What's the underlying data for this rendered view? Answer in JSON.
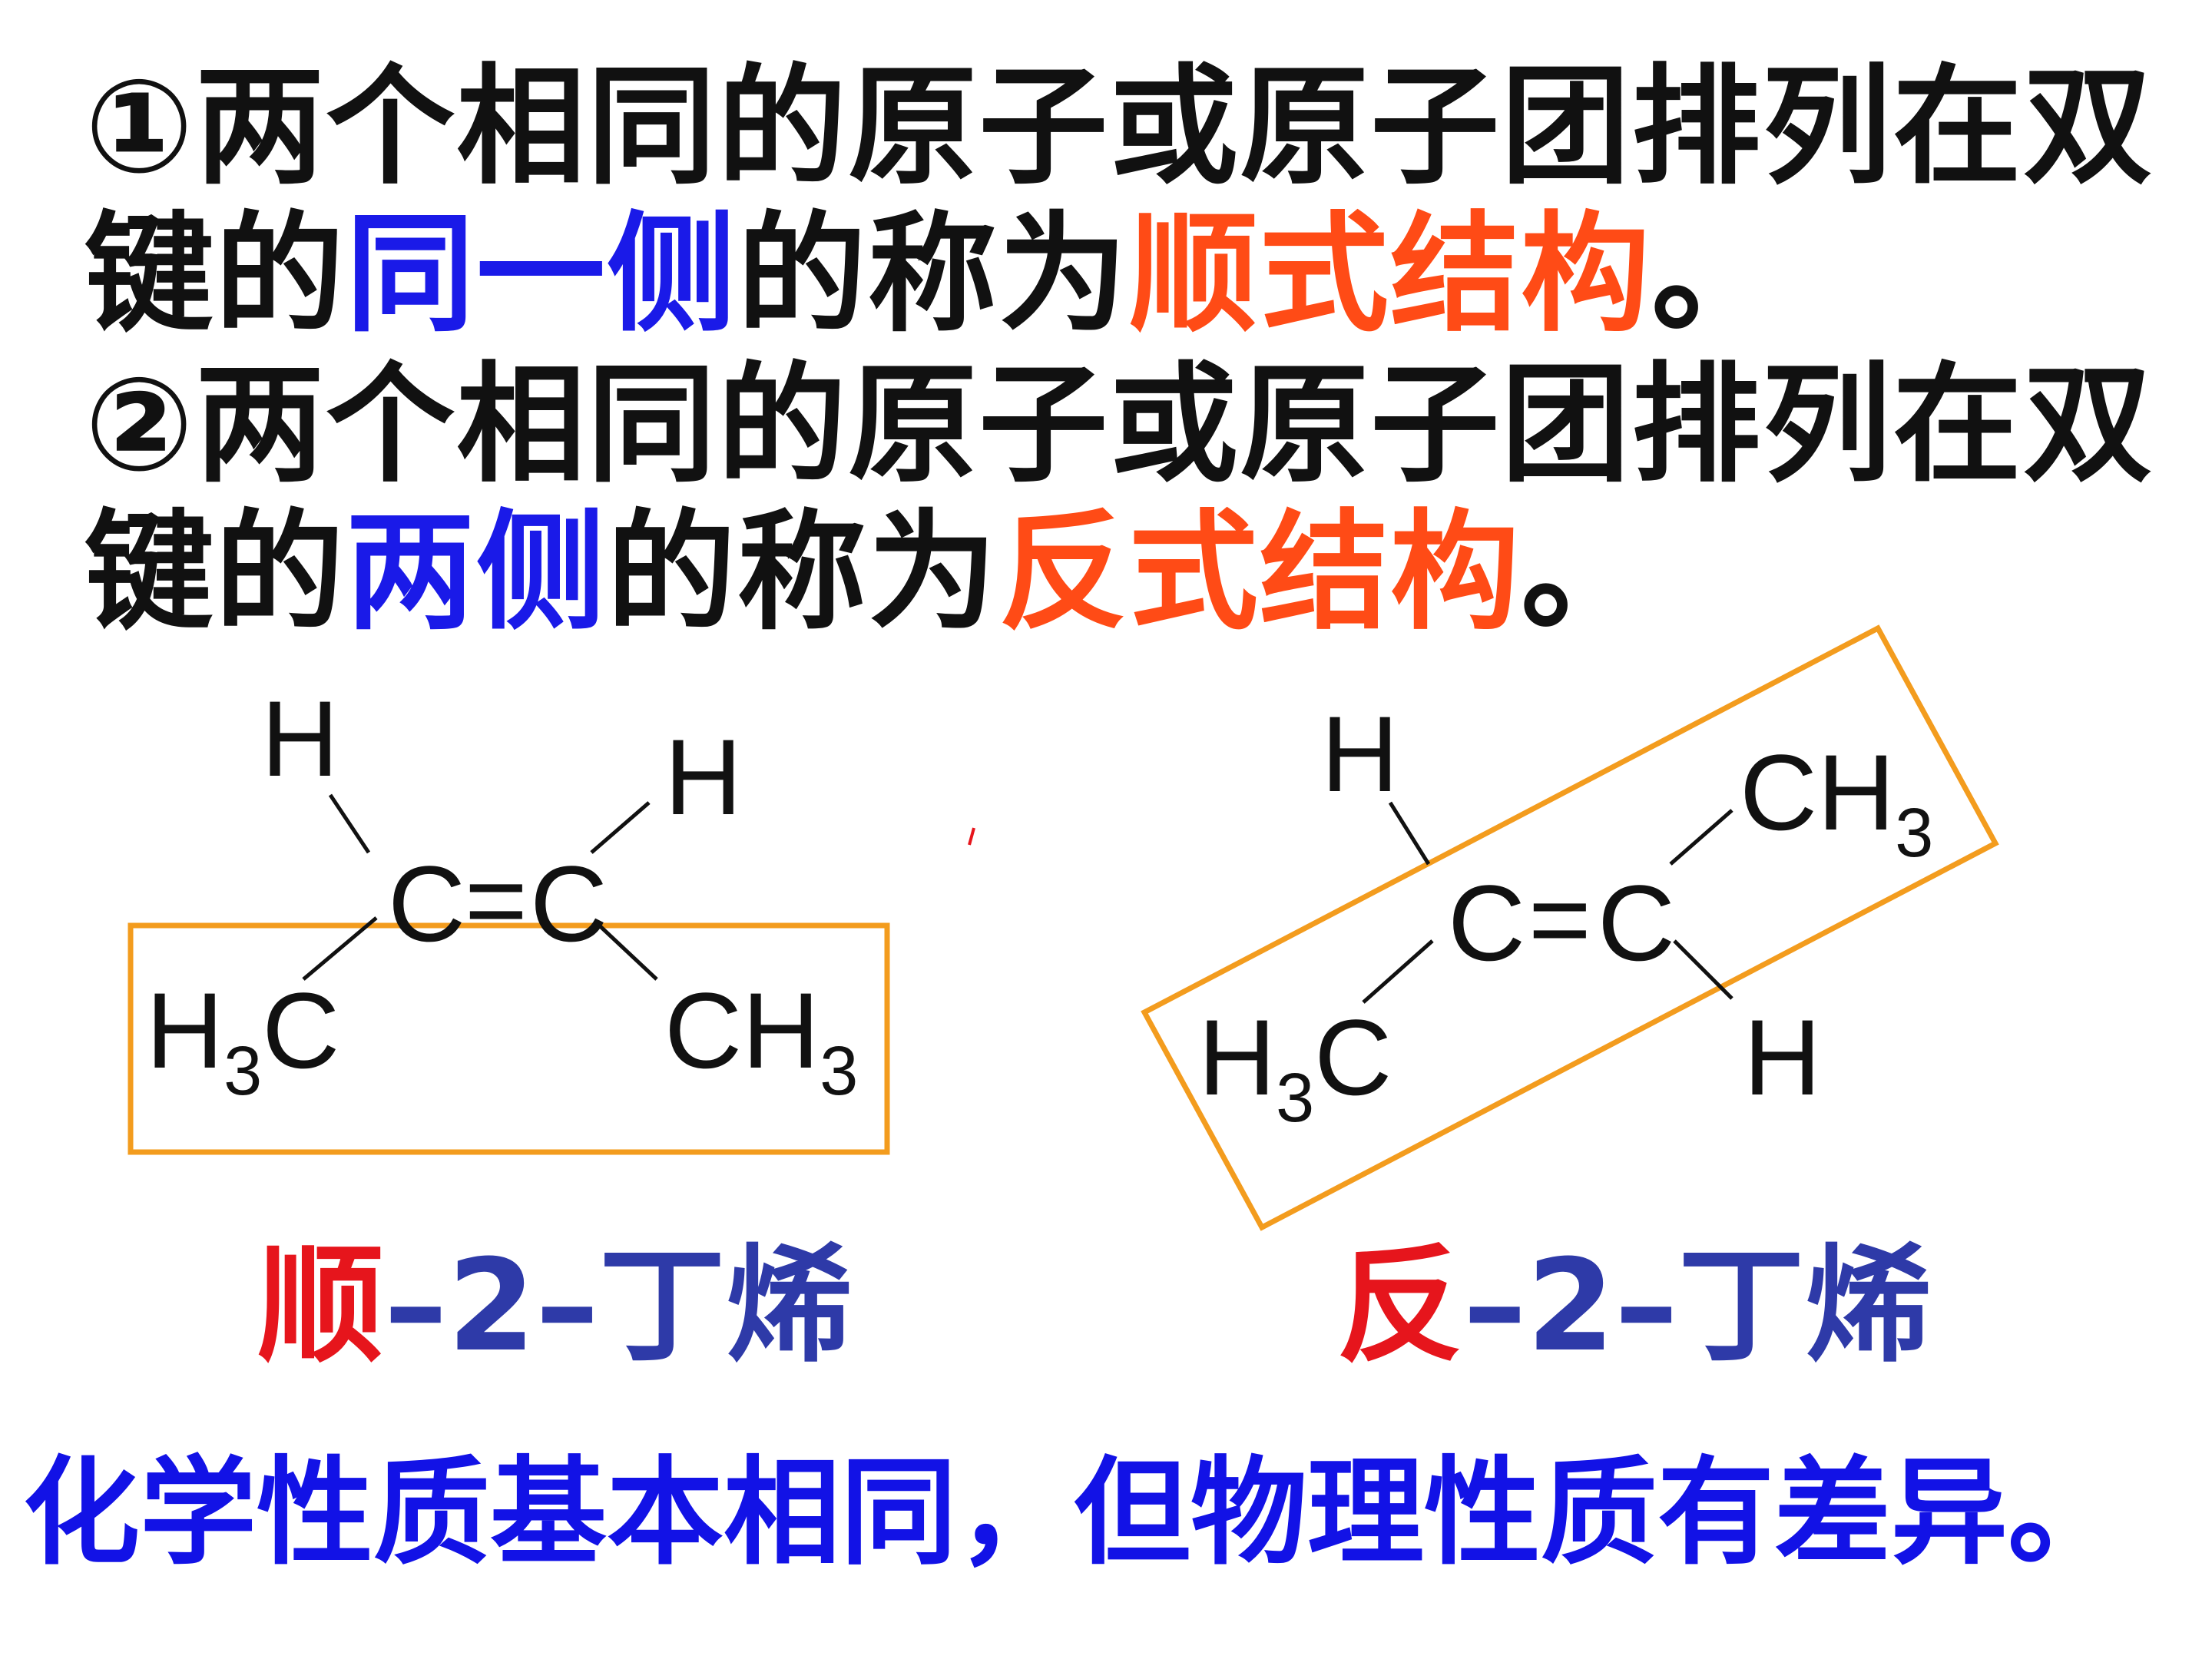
{
  "definitions": {
    "cis": {
      "line1": "①两个相同的原子或原子团排列在双",
      "prefix": "键的",
      "side": "同一侧",
      "middle": "的称为",
      "term": "顺式结构",
      "end": "。"
    },
    "trans": {
      "line1": "②两个相同的原子或原子团排列在双",
      "prefix": "键的",
      "side": "两侧",
      "middle": "的称为",
      "term": "反式结构",
      "end": "。"
    }
  },
  "molecules": {
    "cis": {
      "top_left": "H",
      "top_right": "H",
      "c_left": "C",
      "double_bond": "=",
      "c_right": "C",
      "left_group": {
        "main": "H",
        "sub": "3",
        "tail": "C"
      },
      "right_group": {
        "main": "CH",
        "sub": "3"
      },
      "name_prefix": "顺",
      "name_rest": "–2–丁烯"
    },
    "trans": {
      "top_left": "H",
      "top_right": {
        "main": "CH",
        "sub": "3"
      },
      "c_left": "C",
      "double_bond": "=",
      "c_right": "C",
      "left_group": {
        "main": "H",
        "sub": "3",
        "tail": "C"
      },
      "bottom_right": "H",
      "name_prefix": "反",
      "name_rest": "–2–丁烯"
    }
  },
  "conclusion": "化学性质基本相同，但物理性质有差异。",
  "colors": {
    "text": "#111111",
    "emphasis_blue": "#1a1ae8",
    "emphasis_red": "#ff4b16",
    "highlight_box": "#f39c1e",
    "name_prefix": "#e6151c",
    "name_rest": "#2e3aa8",
    "conclusion": "#1212e6"
  }
}
